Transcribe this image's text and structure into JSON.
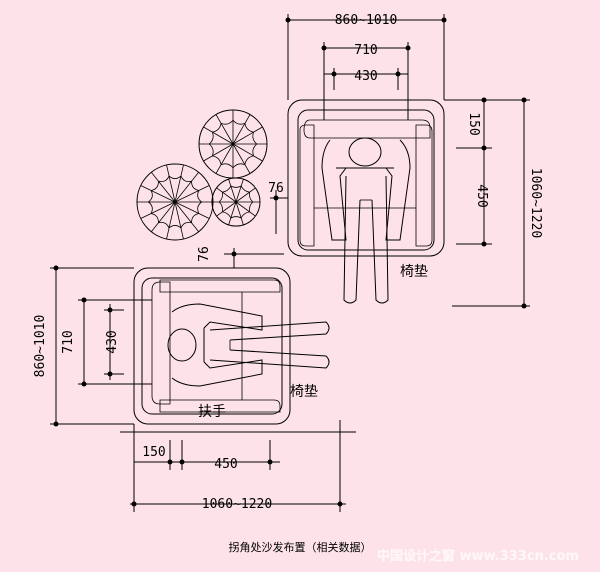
{
  "caption": "拐角处沙发布置（相关数据）",
  "watermark": "中国设计之窗 www.333cn.com",
  "labels": {
    "cushion_top": "椅垫",
    "cushion_left": "椅垫",
    "armrest": "扶手"
  },
  "dimensions": {
    "top_overall_width": "860~1010",
    "top_seat_width": "710",
    "top_cushion_width": "430",
    "right_back": "150",
    "right_seat": "450",
    "right_overall_depth": "1060~1220",
    "gap_top": "76",
    "gap_left": "76",
    "left_overall_width": "860~1010",
    "left_seat_width": "710",
    "left_cushion_width": "430",
    "bottom_back": "150",
    "bottom_seat": "450",
    "bottom_overall_depth": "1060~1220"
  },
  "colors": {
    "background": "#fde3e9",
    "line": "#000000"
  }
}
